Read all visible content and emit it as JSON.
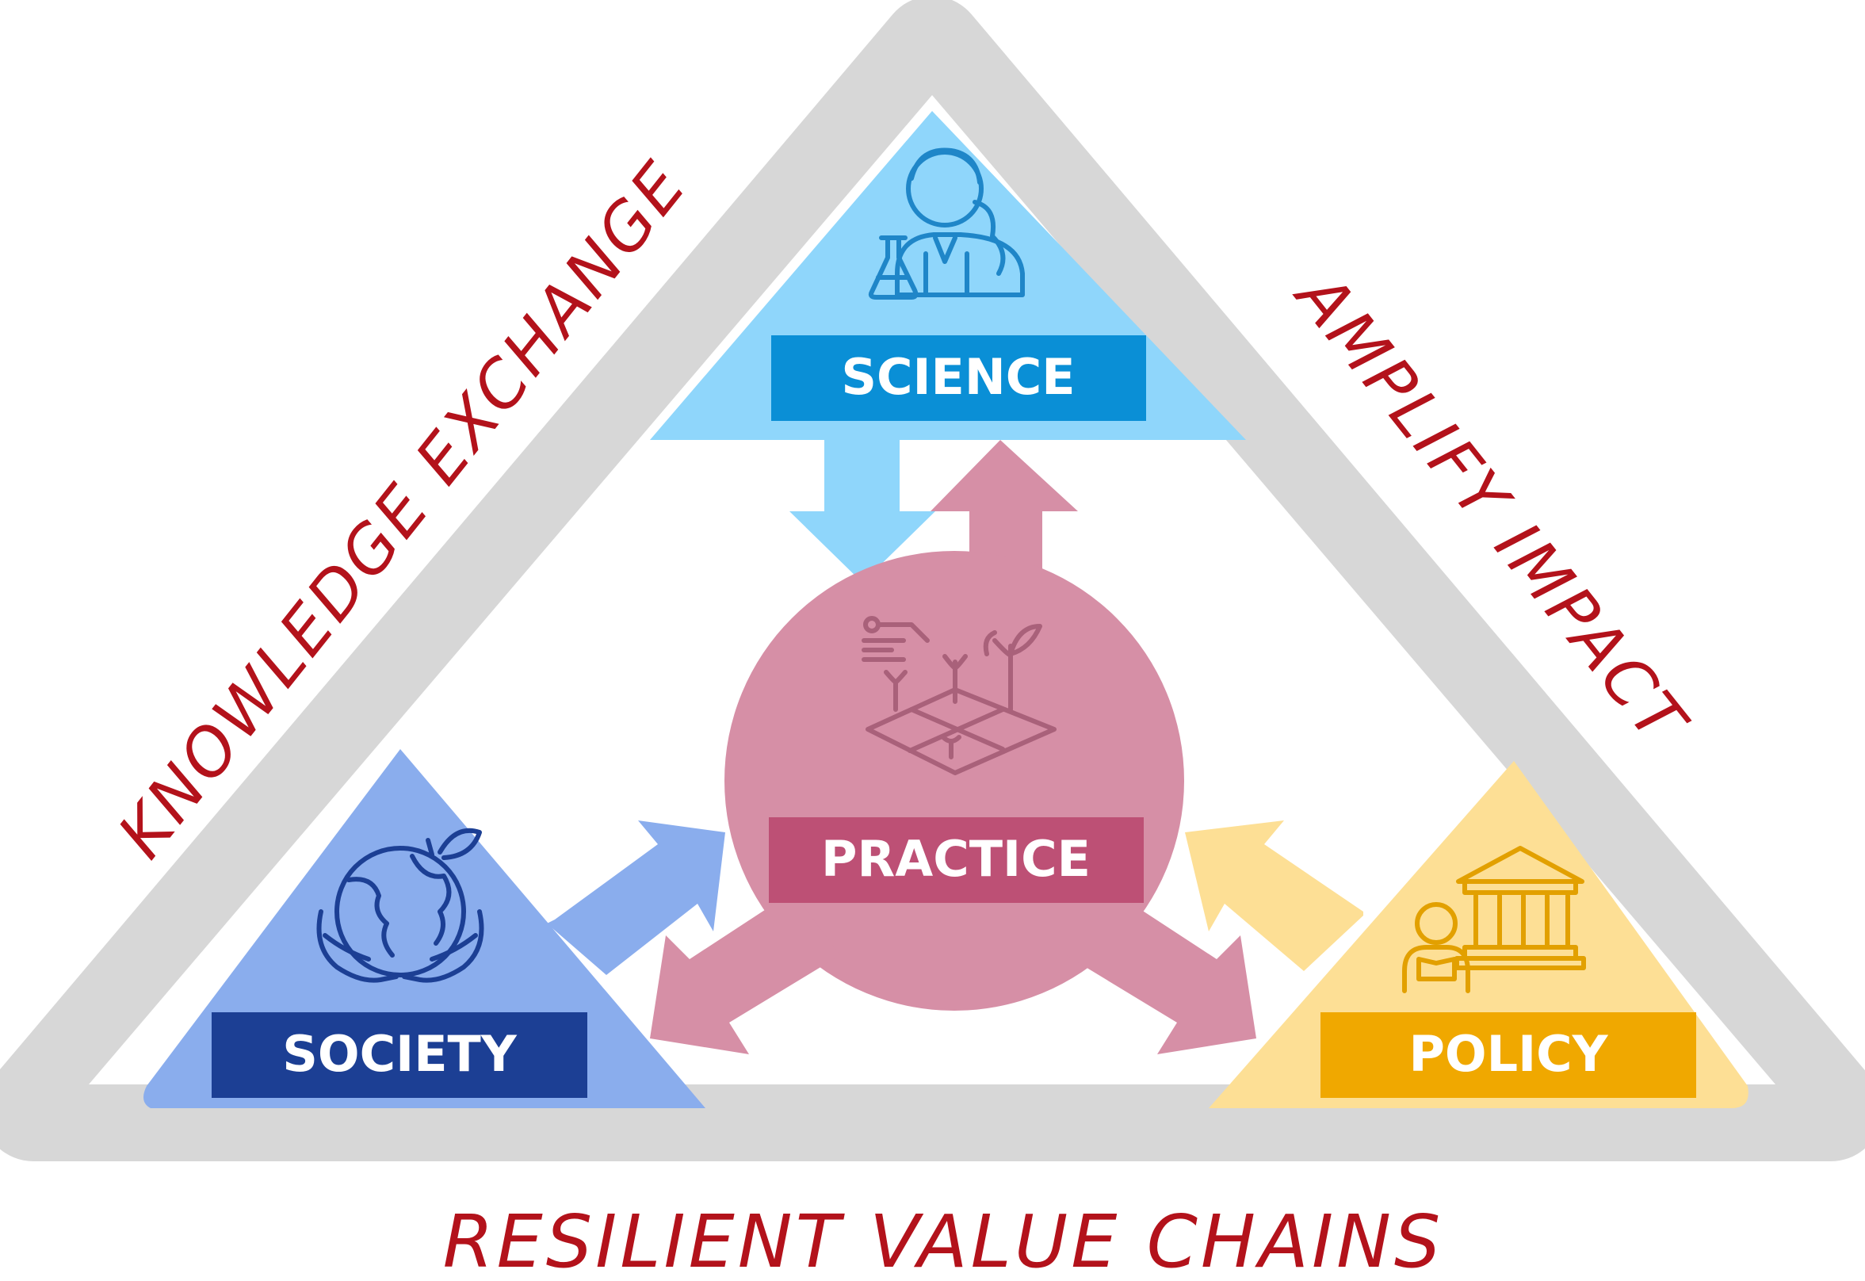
{
  "labels": {
    "science": "SCIENCE",
    "society": "SOCIETY",
    "policy": "POLICY",
    "practice": "PRACTICE"
  },
  "side_labels": {
    "left": "KNOWLEDGE EXCHANGE",
    "right": "AMPLIFY IMPACT",
    "bottom": "RESILIENT VALUE CHAINS"
  },
  "icons": {
    "science": "scientist-icon",
    "society": "globe-in-hands-icon",
    "policy": "government-building-icon",
    "practice": "field-plants-icon"
  },
  "colors": {
    "frame": "#d7d7d7",
    "science_bg": "#8fd6fb",
    "science_badge": "#0a8fd6",
    "science_icon": "#1f86c8",
    "society_bg": "#8aaded",
    "society_badge": "#1c3f94",
    "society_icon": "#1c3f94",
    "policy_bg": "#fddf95",
    "policy_badge": "#f0a800",
    "policy_icon": "#e2a000",
    "practice_bg": "#d68fa6",
    "practice_badge": "#bd5075",
    "practice_icon": "#a9617a",
    "script_text": "#b3121b"
  }
}
